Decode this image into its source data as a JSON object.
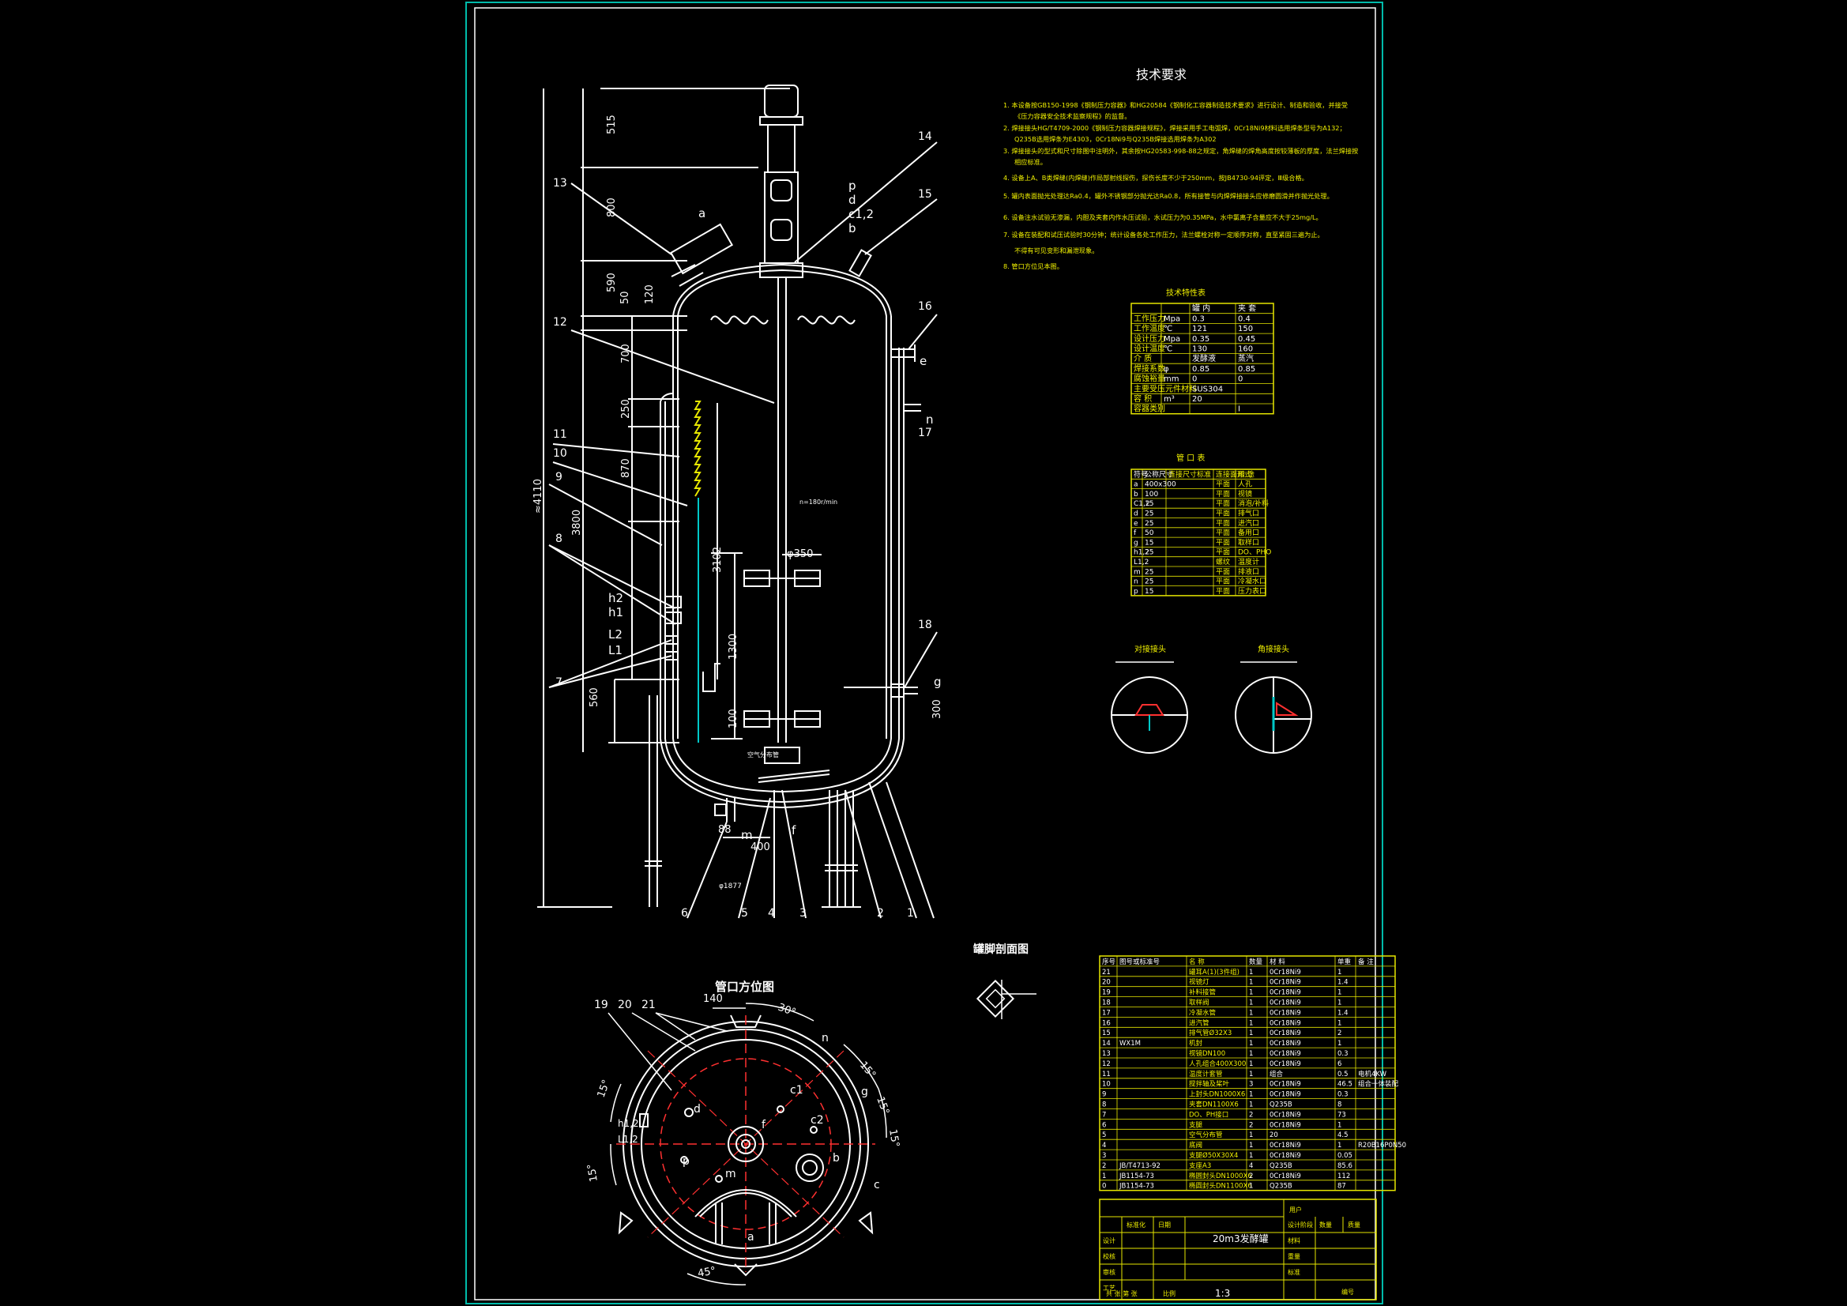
{
  "drawing": {
    "tech_req_title": "技术要求",
    "tech_req_lines": [
      "1. 本设备按GB150-1998《钢制压力容器》和HG20584《钢制化工容器制造技术要求》进行设计、制造和验收，并接受",
      "《压力容器安全技术监察规程》的监督。",
      "2. 焊接接头HG/T4709-2000《钢制压力容器焊接规程》，焊接采用手工电弧焊，0Cr18Ni9材料选用焊条型号为A132；",
      "Q235B选用焊条为E4303，0Cr18Ni9与Q235B焊接选用焊条为A302",
      "3. 焊接接头的型式和尺寸除图中注明外，其余按HG20583-998-88之规定，角焊缝的焊角高度按较薄板的厚度，法兰焊接按",
      "相应标准。",
      "4. 设备上A、B类焊缝(内焊缝)作局部射线探伤，探伤长度不少于250mm，按JB4730-94评定，Ⅲ级合格。",
      "5. 罐内表面抛光处理达Ra0.4，罐外不锈钢部分抛光达Ra0.8，所有接管与内焊焊接接头应修磨圆滑并作抛光处理。",
      "6. 设备注水试验无渗漏，内胆及夹套内作水压试验，水试压力为0.35MPa，水中氯离子含量应不大于25mg/L。",
      "7. 设备在装配和试压试验时30分钟；统计设备各处工作压力，法兰螺栓对称一定顺序对称，直至紧固三遍为止。",
      "不得有可见变形和漏泄现象。",
      "8. 管口方位见本图。"
    ],
    "spec_table_title": "技术特性表",
    "spec_table": {
      "headers": [
        "",
        "",
        "罐 内",
        "夹 套"
      ],
      "rows": [
        [
          "工作压力",
          "Mpa",
          "0.3",
          "0.4"
        ],
        [
          "工作温度",
          "℃",
          "121",
          "150"
        ],
        [
          "设计压力",
          "Mpa",
          "0.35",
          "0.45"
        ],
        [
          "设计温度",
          "℃",
          "130",
          "160"
        ],
        [
          "介  质",
          "",
          "发酵液",
          "蒸汽"
        ],
        [
          "焊接系数",
          "φ",
          "0.85",
          "0.85"
        ],
        [
          "腐蚀裕量",
          "mm",
          "0",
          "0"
        ],
        [
          "主要受压元件材料",
          "",
          "SUS304",
          ""
        ],
        [
          "容  积",
          "m³",
          "20",
          ""
        ],
        [
          "容器类别",
          "",
          "",
          "Ⅰ"
        ]
      ]
    },
    "nozzle_table_title": "管 口 表",
    "nozzle_table": {
      "headers": [
        "符号",
        "公称尺寸",
        "连接尺寸标准",
        "连接面形式",
        "用 途"
      ],
      "rows": [
        [
          "a",
          "400x300",
          "",
          "平面",
          "人孔"
        ],
        [
          "b",
          "100",
          "",
          "平面",
          "视镜"
        ],
        [
          "C1,2",
          "15",
          "",
          "平面",
          "消泡/补料"
        ],
        [
          "d",
          "25",
          "",
          "平面",
          "排气口"
        ],
        [
          "e",
          "25",
          "",
          "平面",
          "进汽口"
        ],
        [
          "f",
          "50",
          "",
          "平面",
          "备用口"
        ],
        [
          "g",
          "15",
          "",
          "平面",
          "取样口"
        ],
        [
          "h1,2",
          "25",
          "",
          "平面",
          "DO、PHO"
        ],
        [
          "L1,2",
          "",
          "",
          "螺纹",
          "温度计"
        ],
        [
          "m",
          "25",
          "",
          "平面",
          "排液口"
        ],
        [
          "n",
          "25",
          "",
          "平面",
          "冷凝水口"
        ],
        [
          "p",
          "15",
          "",
          "平面",
          "压力表口"
        ]
      ]
    },
    "weld_detail_left": "对接接头",
    "weld_detail_right": "角接接头",
    "nozzle_view_title": "管口方位图",
    "section_view_title": "罐脚剖面图",
    "speed_label": "n=180r/min",
    "air_dist_label": "空气分布管",
    "dimensions": {
      "d515": "515",
      "d800": "800",
      "d590": "590",
      "d50": "50",
      "d120": "120",
      "d700": "700",
      "d250": "250",
      "d870": "870",
      "d3800": "3800",
      "d4110": "≈4110",
      "d3102": "3102",
      "d1300": "1300",
      "d560": "560",
      "d100": "100",
      "d300": "300",
      "d350": "φ350",
      "d400": "400",
      "d88": "88",
      "d1877": "φ1877",
      "d140": "140",
      "a30": "30°",
      "a15a": "15°",
      "a15b": "15°",
      "a15c": "15°",
      "a15d": "15°",
      "a15e": "15°",
      "a45": "45°"
    },
    "nozzle_letters_elevation": [
      "a",
      "p",
      "d",
      "c1,2",
      "b",
      "e",
      "n",
      "h2",
      "h1",
      "L2",
      "L1",
      "g",
      "m",
      "f"
    ],
    "nozzle_letters_plan": [
      "n",
      "c1",
      "c2",
      "g",
      "b",
      "d",
      "f",
      "h1,2",
      "L1,2",
      "p",
      "m",
      "a",
      "c"
    ],
    "part_numbers_elev": [
      "1",
      "2",
      "3",
      "4",
      "5",
      "6",
      "7",
      "8",
      "9",
      "10",
      "11",
      "12",
      "13",
      "14",
      "15",
      "16",
      "17",
      "18"
    ],
    "part_numbers_plan": [
      "19",
      "20",
      "21"
    ],
    "bom": {
      "rows": [
        [
          "21",
          "",
          "罐耳A(1)(3件组)",
          "1",
          "0Cr18Ni9",
          "1",
          ""
        ],
        [
          "20",
          "",
          "视镜灯",
          "1",
          "0Cr18Ni9",
          "1.4",
          ""
        ],
        [
          "19",
          "",
          "补料接管",
          "1",
          "0Cr18Ni9",
          "1",
          ""
        ],
        [
          "18",
          "",
          "取样阀",
          "1",
          "0Cr18Ni9",
          "1",
          ""
        ],
        [
          "17",
          "",
          "冷凝水管",
          "1",
          "0Cr18Ni9",
          "1.4",
          ""
        ],
        [
          "16",
          "",
          "进汽管",
          "1",
          "0Cr18Ni9",
          "1",
          ""
        ],
        [
          "15",
          "",
          "排气管Ø32X3",
          "1",
          "0Cr18Ni9",
          "2",
          ""
        ],
        [
          "14",
          "WX1M",
          "机封",
          "1",
          "0Cr18Ni9",
          "1",
          ""
        ],
        [
          "13",
          "",
          "视镜DN100",
          "1",
          "0Cr18Ni9",
          "0.3",
          ""
        ],
        [
          "12",
          "",
          "人孔组合400X300",
          "1",
          "0Cr18Ni9",
          "6",
          ""
        ],
        [
          "11",
          "",
          "温度计套管",
          "1",
          "组合",
          "0.5",
          "电机4KW"
        ],
        [
          "10",
          "",
          "搅拌轴及桨叶",
          "3",
          "0Cr18Ni9",
          "46.5",
          "组合一体装配"
        ],
        [
          "9",
          "",
          "上封头DN1000X6",
          "1",
          "0Cr18Ni9",
          "0.3",
          ""
        ],
        [
          "8",
          "",
          "夹套DN1100X6",
          "1",
          "Q235B",
          "8",
          ""
        ],
        [
          "7",
          "",
          "DO、PH接口",
          "2",
          "0Cr18Ni9",
          "73",
          ""
        ],
        [
          "6",
          "",
          "支腿",
          "2",
          "0Cr18Ni9",
          "1",
          ""
        ],
        [
          "5",
          "",
          "空气分布管",
          "1",
          "20",
          "4.5",
          ""
        ],
        [
          "4",
          "",
          "底阀",
          "1",
          "0Cr18Ni9",
          "1",
          "R20B16P0N50"
        ],
        [
          "3",
          "",
          "支腿Ø50X30X4",
          "1",
          "0Cr18Ni9",
          "0.05",
          ""
        ],
        [
          "2",
          "JB/T4713-92",
          "支座A3",
          "4",
          "Q235B",
          "85.6",
          ""
        ],
        [
          "1",
          "JB1154-73",
          "椭圆封头DN1000X6",
          "2",
          "0Cr18Ni9",
          "112",
          ""
        ],
        [
          "0",
          "JB1154-73",
          "椭圆封头DN1100X6",
          "1",
          "Q235B",
          "87",
          ""
        ]
      ],
      "header_row": [
        "序号",
        "图号或标准号",
        "名 称",
        "数量",
        "材 料",
        "单重",
        "备 注"
      ]
    },
    "title_block": {
      "drawing_name": "20m3发酵罐",
      "scale_label": "比例",
      "scale": "1:3",
      "designer_label": "设计",
      "checker_label": "校核",
      "approver_label": "审核",
      "process_label": "工艺",
      "standard_label": "标准化",
      "date_label": "日期",
      "sheet_label": "共  张  第  张",
      "owner_label": "用户",
      "stage_label": "设计阶段",
      "material_label": "材料",
      "weight_label": "重量",
      "label_bz": "标准",
      "label_sx": "数量",
      "label_zl": "质量",
      "label_bh": "编号"
    }
  }
}
